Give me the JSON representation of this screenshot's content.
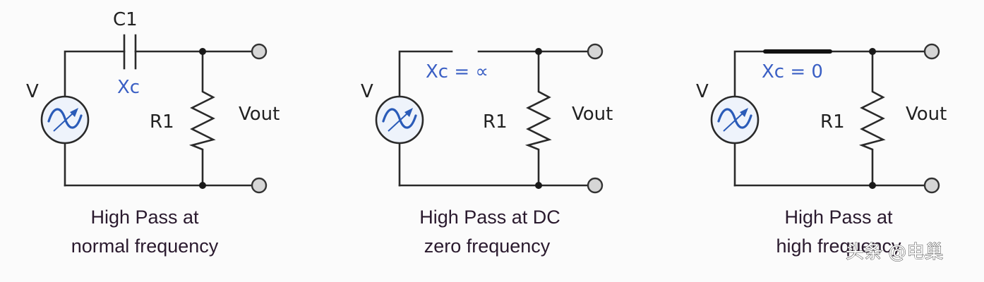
{
  "panels": [
    {
      "id": "normal",
      "source_label": "V",
      "capacitor_label": "C1",
      "reactance_label": "Xc",
      "resistor_label": "R1",
      "output_label": "Vout",
      "caption_line1": "High Pass at",
      "caption_line2": "normal frequency",
      "capacitor_state": "capacitor"
    },
    {
      "id": "dc",
      "source_label": "V",
      "reactance_label": "Xc = ∝",
      "resistor_label": "R1",
      "output_label": "Vout",
      "caption_line1": "High Pass at DC",
      "caption_line2": "zero frequency",
      "capacitor_state": "open"
    },
    {
      "id": "high",
      "source_label": "V",
      "reactance_label": "Xc = 0",
      "resistor_label": "R1",
      "output_label": "Vout",
      "caption_line1": "High Pass at",
      "caption_line2": "high frequency",
      "capacitor_state": "short"
    }
  ],
  "watermark": "头条 @电巢",
  "colors": {
    "wire": "#2a2a2a",
    "label_blue": "#3a5fc4",
    "wave_blue": "#2a5bb8",
    "terminal_fill": "#d6d6d6"
  }
}
